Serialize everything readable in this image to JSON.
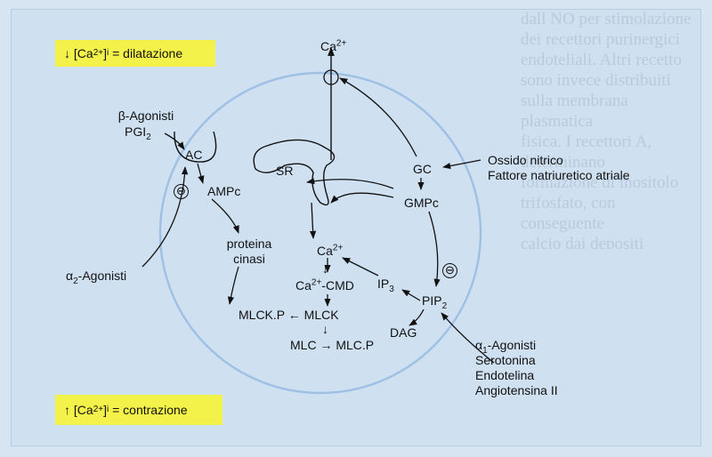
{
  "colors": {
    "panel": "#cfe0f1",
    "highlight": "#f2f24a",
    "cell": "#9ec0e4",
    "ink": "#111111"
  },
  "background_text": "dall NO per stimolazione dei recettori purinergici endoteliali. Altri recetto\nsono invece distribuiti sulla membrana plasmatica\nfisica. I recettori A, determinano\nformazione di inositolo trifosfato, con conseguente\ncalcio dai depositi intracellulari. L'azione protettiva\nfronti del miocardio ischemico\nper esso tipo di recettori negativi\ndetermina anch esso il rilassamento della muscolatura\ndell adenilico ciclasi",
  "badges": {
    "top": {
      "arrow": "↓",
      "ion": "[Ca",
      "charge": "2+",
      "close": "]",
      "sub": "i",
      "effect": " = dilatazione"
    },
    "bottom": {
      "arrow": "↑",
      "ion": "[Ca",
      "charge": "2+",
      "close": "]",
      "sub": "i",
      "effect": " = contrazione"
    }
  },
  "left_inputs": {
    "beta": "β-Agonisti",
    "pgi_base": "PGI",
    "pgi_sub": "2",
    "alpha2_base": "α",
    "alpha2_sub": "2",
    "alpha2_rest": "-Agonisti"
  },
  "right_inputs": {
    "no": "Ossido nitrico",
    "anp": "Fattore natriuretico atriale",
    "alpha1_base": "α",
    "alpha1_sub": "1",
    "alpha1_rest": "-Agonisti",
    "serotonin": "Serotonina",
    "endothelin": "Endotelina",
    "angiotensin": "Angiotensina II"
  },
  "nodes": {
    "efflux_base": "Ca",
    "efflux_sup": "2+",
    "ac": "AC",
    "ampc": "AMPc",
    "sr": "SR",
    "gc": "GC",
    "gmpc": "GMPc",
    "pk_line1": "proteina",
    "pk_line2": "cinasi",
    "ca_base": "Ca",
    "ca_sup": "2+",
    "cacmd_base": "Ca",
    "cacmd_sup": "2+",
    "cacmd_rest": "-CMD",
    "ip3_base": "IP",
    "ip3_sub": "3",
    "pip2_base": "PIP",
    "pip2_sub": "2",
    "dag": "DAG",
    "mlckp": "MLCK.P",
    "mlck": "MLCK",
    "mlc": "MLC",
    "mlcp": "MLC.P",
    "arrow_left": " ← ",
    "arrow_right": " → ",
    "arrow_down": "↓",
    "minus": "⊖"
  }
}
